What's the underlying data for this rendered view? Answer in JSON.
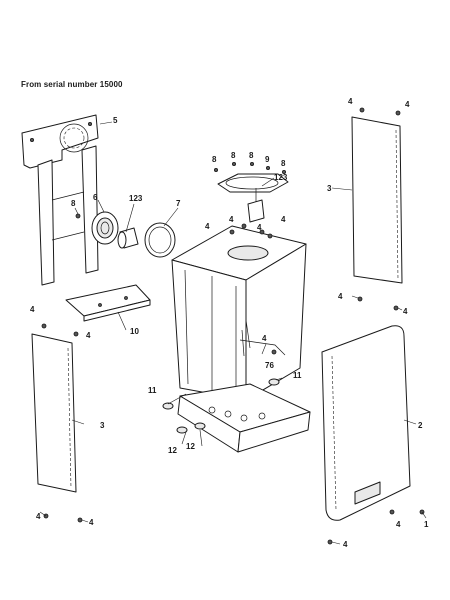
{
  "caption": "From serial number 15000",
  "callouts": {
    "c1": "1",
    "c2": "2",
    "c3a": "3",
    "c3b": "3",
    "c4": "4",
    "c5": "5",
    "c6": "6",
    "c7": "7",
    "c8": "8",
    "c9": "9",
    "c10": "10",
    "c11": "11",
    "c12": "12",
    "c76": "76",
    "c123": "123"
  }
}
